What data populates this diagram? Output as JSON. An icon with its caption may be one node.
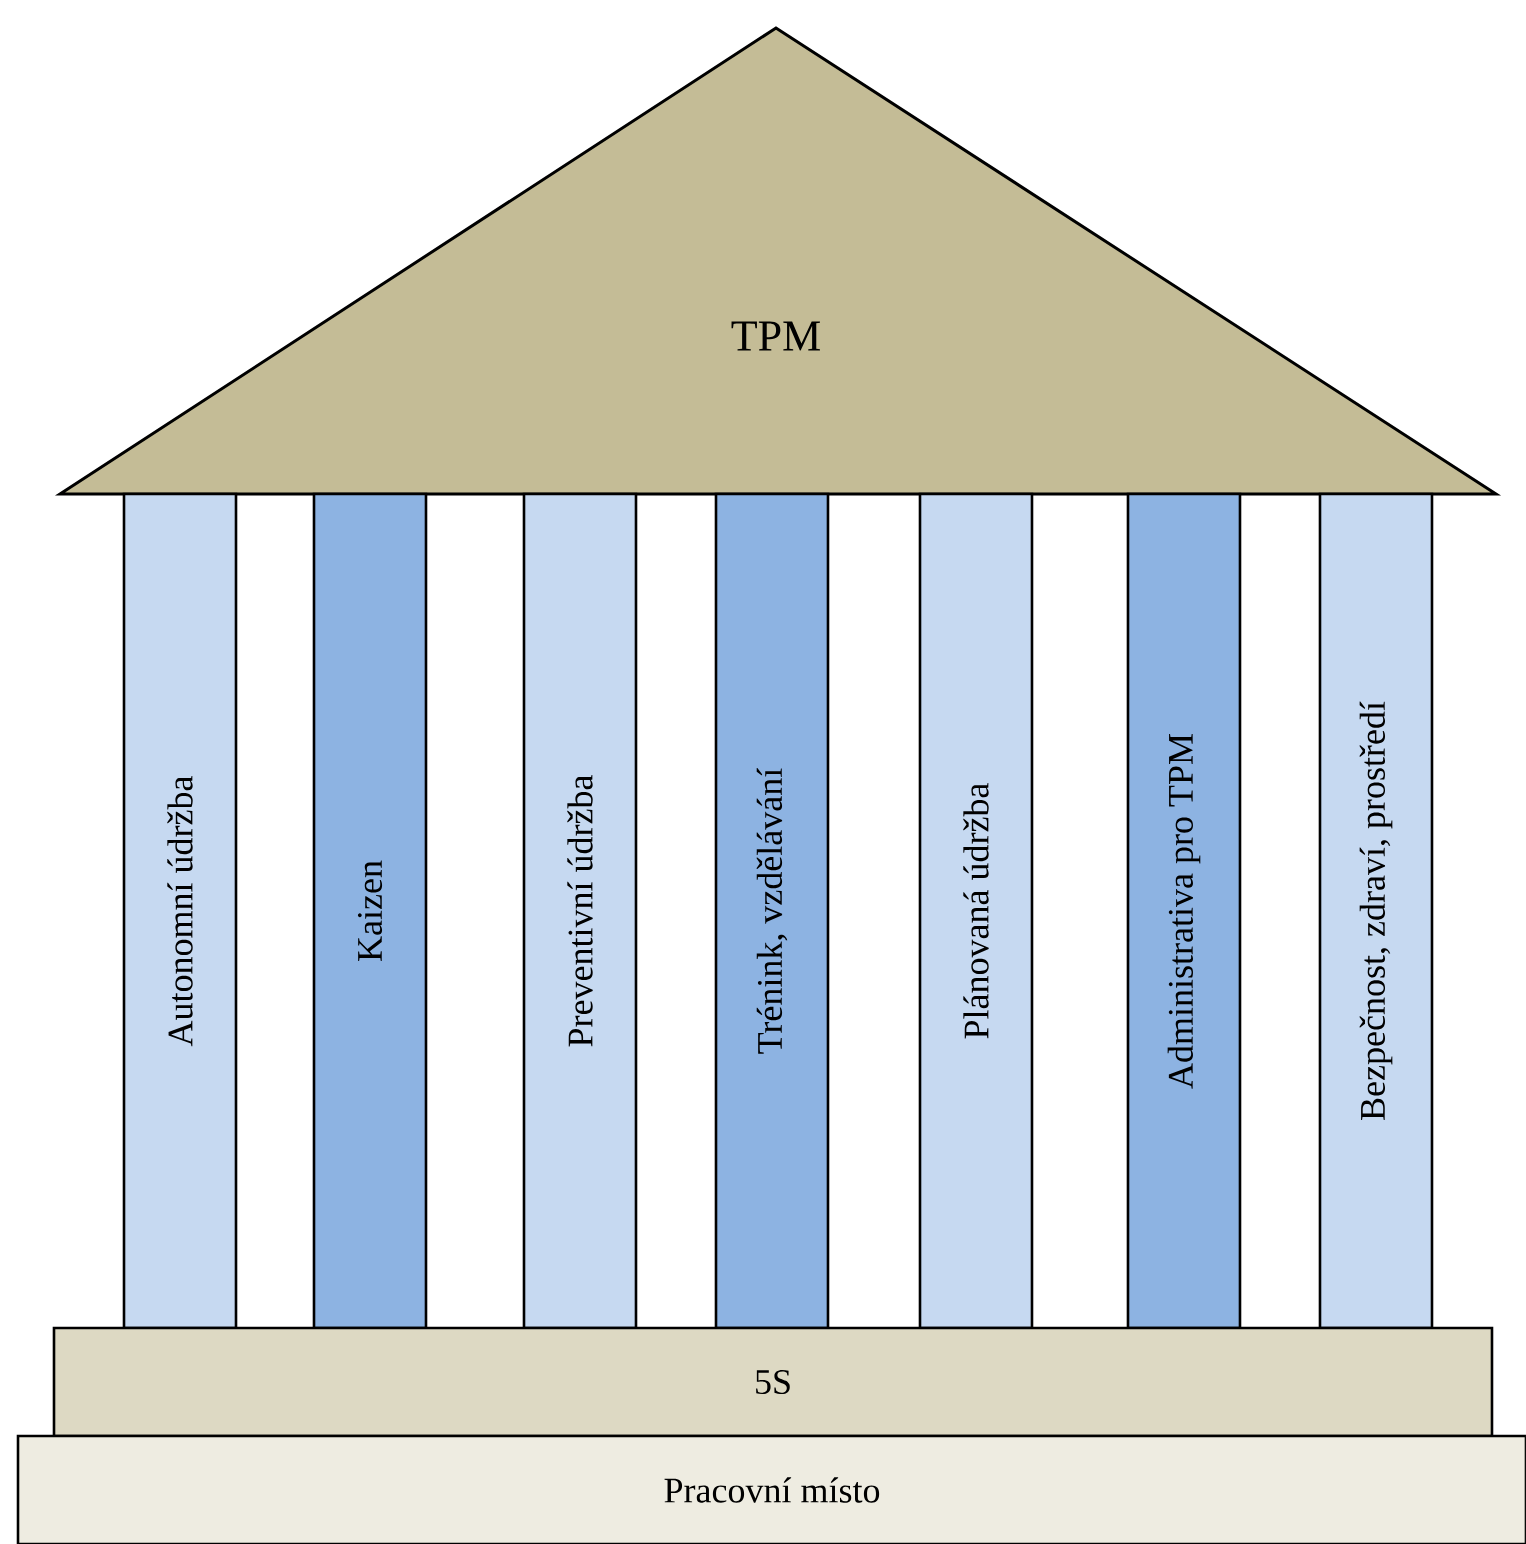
{
  "diagram": {
    "nodes": [
      {
        "text": [
          "TPM"
        ]
      },
      {
        "text": [
          "Autonomní údržba"
        ]
      },
      {
        "text": [
          "Kaizen"
        ]
      },
      {
        "text": [
          "Preventivní údržba"
        ]
      },
      {
        "text": [
          "Trénink, vzdělávání"
        ]
      },
      {
        "text": [
          "Plánovaná údržba"
        ]
      },
      {
        "text": [
          "Administrativa pro TPM"
        ]
      },
      {
        "text": [
          "Bezpečnost, zdraví, prostředí"
        ]
      },
      {
        "text": [
          "5S"
        ]
      },
      {
        "text": [
          "Pracovní místo"
        ]
      }
    ]
  }
}
